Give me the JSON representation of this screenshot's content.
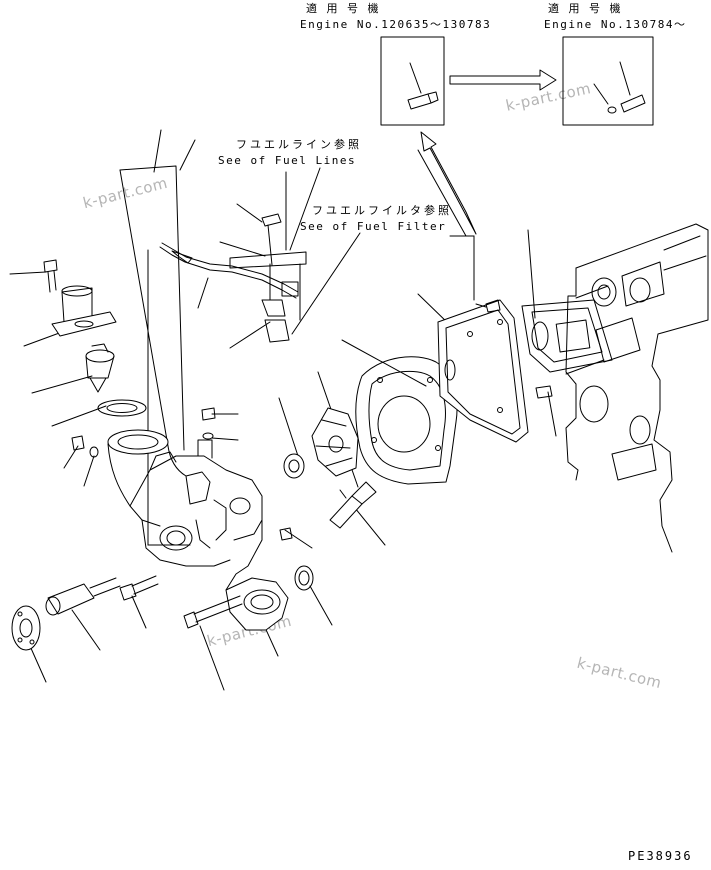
{
  "inset_left": {
    "applicable_label": "適 用 号 機",
    "engine_range": "Engine No.120635～130783"
  },
  "inset_right": {
    "applicable_label": "適 用 号 機",
    "engine_range": "Engine No.130784～"
  },
  "notes": {
    "fuel_lines_jp": "フユエルライン参照",
    "fuel_lines_en": "See of Fuel Lines",
    "fuel_filter_jp": "フユエルフイルタ参照",
    "fuel_filter_en": "See of Fuel Filter"
  },
  "watermarks": [
    "k-part.com",
    "k-part.com",
    "k-part.com",
    "k-part.com"
  ],
  "figure_code": "PE38936"
}
